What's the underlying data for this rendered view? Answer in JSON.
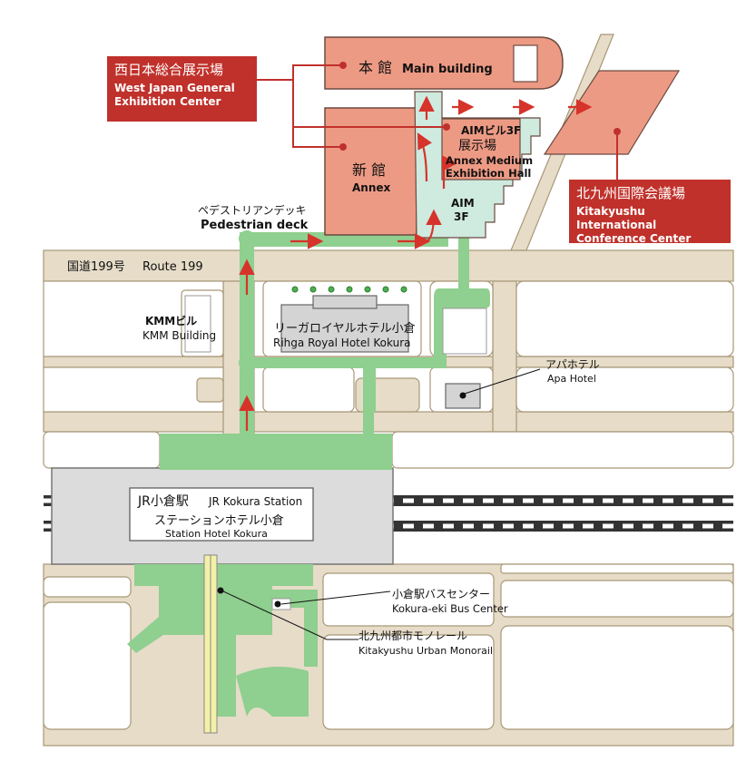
{
  "labels": {
    "main_building_ja": "本 館",
    "main_building_en": "Main building",
    "annex_ja": "新 館",
    "annex_en": "Annex",
    "aim_3f_ja": "AIMビル3F",
    "aim_tenjijo_ja": "展示場",
    "annex_medium_en_1": "Annex Medium",
    "annex_medium_en_2": "Exhibition Hall",
    "aim_label": "AIM",
    "aim_3f": "3F",
    "pedestrian_ja": "ペデストリアンデッキ",
    "pedestrian_en": "Pedestrian deck",
    "route_ja": "国道199号",
    "route_en": "Route 199",
    "kmm_ja": "KMMビル",
    "kmm_en": "KMM Building",
    "rihga_ja": "リーガロイヤルホテル小倉",
    "rihga_en": "Rihga Royal Hotel Kokura",
    "apa_ja": "アパホテル",
    "apa_en": "Apa Hotel",
    "jr_ja": "JR小倉駅",
    "jr_en": "JR Kokura Station",
    "station_hotel_ja": "ステーションホテル小倉",
    "station_hotel_en": "Station Hotel Kokura",
    "bus_ja": "小倉駅バスセンター",
    "bus_en": "Kokura-eki Bus Center",
    "monorail_ja": "北九州都市モノレール",
    "monorail_en": "Kitakyushu Urban Monorail"
  },
  "callouts": {
    "west_japan": {
      "ja": "西日本総合展示場",
      "en_1": "West Japan General",
      "en_2": "Exhibition Center"
    },
    "kitakyushu": {
      "ja": "北九州国際会議場",
      "en_1": "Kitakyushu International",
      "en_2": "Conference Center"
    }
  },
  "colors": {
    "road": "#e6dcc8",
    "road_edge": "#a89878",
    "building_red": "#ed9a84",
    "building_edge": "#6b4a40",
    "aim_mint": "#cfeadf",
    "walkway_green": "#8fcf8f",
    "callout_red": "#c0312b",
    "arrow_red": "#d6332a",
    "station_gray": "#dcdcdc",
    "hotel_gray": "#d4d4d4"
  }
}
